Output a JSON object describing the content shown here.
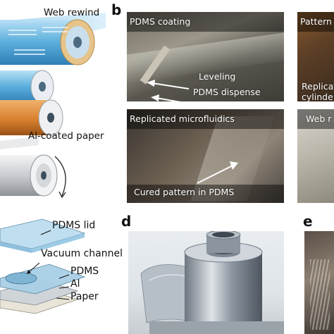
{
  "panels": {
    "a": {
      "letter": "",
      "web_rewind": "Web rewind",
      "al_coated_paper": "Al-coated paper"
    },
    "b": {
      "letter": "b",
      "photo1": {
        "title": "PDMS coating",
        "arrow1": "Leveling",
        "arrow2": "PDMS dispense"
      },
      "photo2": {
        "title": "Replicated microfluidics",
        "caption": "Cured pattern in PDMS"
      },
      "photo3": {
        "title": "Pattern",
        "line1": "Replicat",
        "line2": "cylinde"
      },
      "photo4": {
        "title": "Web r"
      }
    },
    "c": {
      "letter": "",
      "pdms_lid": "PDMS lid",
      "vacuum_channel": "Vacuum channel",
      "pdms": "PDMS",
      "al": "Al",
      "paper": "Paper"
    },
    "d": {
      "letter": "d"
    },
    "e": {
      "letter": "e"
    }
  },
  "colors": {
    "roller_blue": "#6cb6e0",
    "roller_orange": "#d9812f",
    "roller_gray": "#c9ccd0"
  }
}
